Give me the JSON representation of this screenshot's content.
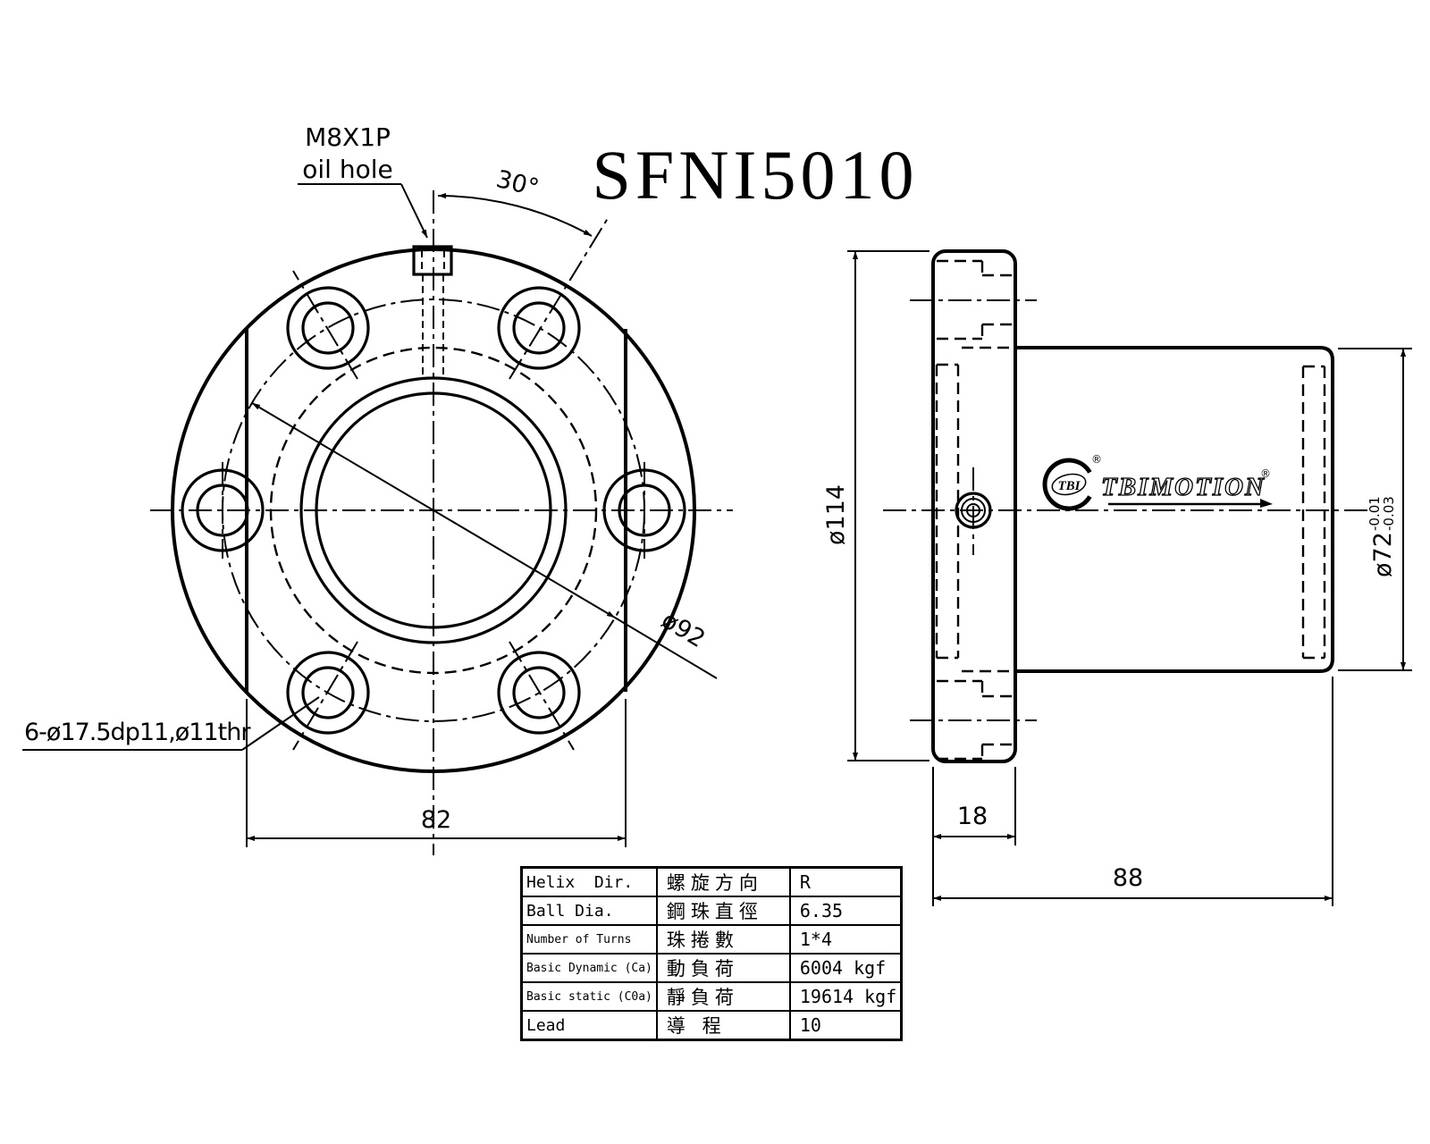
{
  "title": "SFNI5010",
  "front_view": {
    "oil_hole_label_1": "M8X1P",
    "oil_hole_label_2": "oil hole",
    "angle_dim": "30°",
    "bolt_circle_dim": "ø92",
    "bolt_hole_note": "6-ø17.5dp11,ø11thr",
    "flat_width_dim": "82"
  },
  "side_view": {
    "flange_dia_dim": "ø114",
    "flange_thickness_dim": "18",
    "overall_length_dim": "88",
    "body_dia_dim": "ø72",
    "body_dia_tol_upper": "-0.01",
    "body_dia_tol_lower": "-0.03",
    "logo": {
      "badge": "TBI",
      "wordmark": "TBIMOTION",
      "registered": "®"
    }
  },
  "spec_table": {
    "rows": [
      {
        "en": "Helix  Dir.",
        "zh": "螺旋方向",
        "value": "R"
      },
      {
        "en": "Ball Dia.",
        "zh": "鋼珠直徑",
        "value": "6.35"
      },
      {
        "en": "Number of Turns",
        "zh": "珠捲數",
        "value": "1*4"
      },
      {
        "en": "Basic Dynamic (Ca)",
        "zh": "動負荷",
        "value": "6004 kgf"
      },
      {
        "en": "Basic static (C0a)",
        "zh": "靜負荷",
        "value": "19614 kgf"
      },
      {
        "en": "Lead",
        "zh": "導 程",
        "value": "10"
      }
    ]
  },
  "colors": {
    "line": "#000000",
    "background": "#ffffff"
  }
}
